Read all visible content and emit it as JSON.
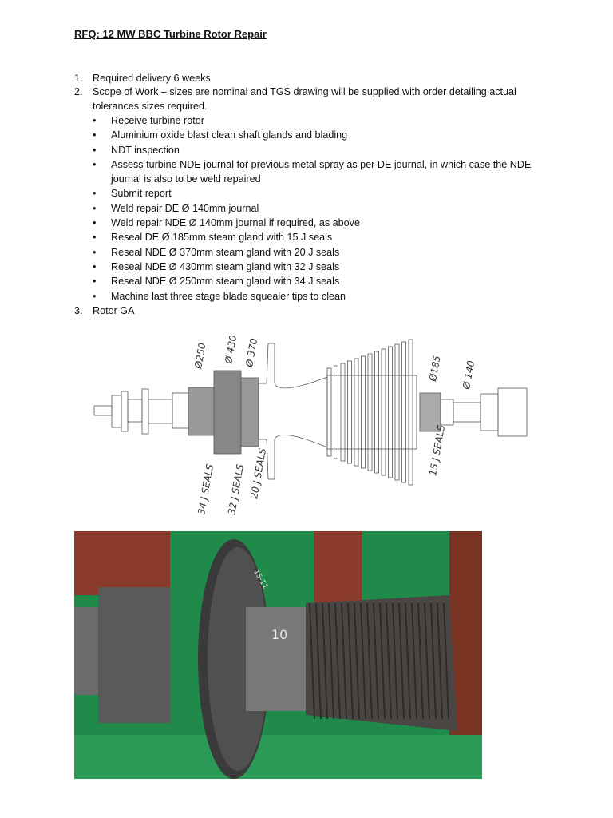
{
  "title": "RFQ: 12 MW BBC Turbine Rotor Repair",
  "items": [
    {
      "num": "1.",
      "text": "Required delivery 6 weeks"
    },
    {
      "num": "2.",
      "text": "Scope of Work – sizes are nominal and TGS drawing will be supplied with order detailing actual tolerances sizes required."
    },
    {
      "num": "3.",
      "text": "Rotor GA"
    }
  ],
  "scope_bullets": [
    "Receive turbine rotor",
    "Aluminium oxide blast clean shaft glands and blading",
    "NDT inspection",
    "Assess turbine NDE journal for previous metal spray as per DE journal, in which case the NDE journal is also to be weld repaired",
    "Submit report",
    "Weld repair DE Ø 140mm journal",
    "Weld repair NDE Ø 140mm journal if required, as above",
    "Reseal DE Ø 185mm steam gland with 15 J seals",
    "Reseal NDE Ø 370mm steam gland with 20 J seals",
    "Reseal NDE Ø 430mm steam gland with 32 J seals",
    "Reseal NDE Ø 250mm steam gland with 34 J seals",
    "Machine last three stage blade squealer tips to clean"
  ],
  "drawing_notes": {
    "d250": "Ø250",
    "d430": "Ø 430",
    "d370": "Ø 370",
    "d185": "Ø185",
    "d140": "Ø 140",
    "seals34": "34 J SEALS",
    "seals32": "32 J SEALS",
    "seals20": "20 J SEALS",
    "seals15": "15 J SEALS"
  },
  "photo_labels": {
    "chalk_number": "10",
    "stamp": "15-11"
  }
}
